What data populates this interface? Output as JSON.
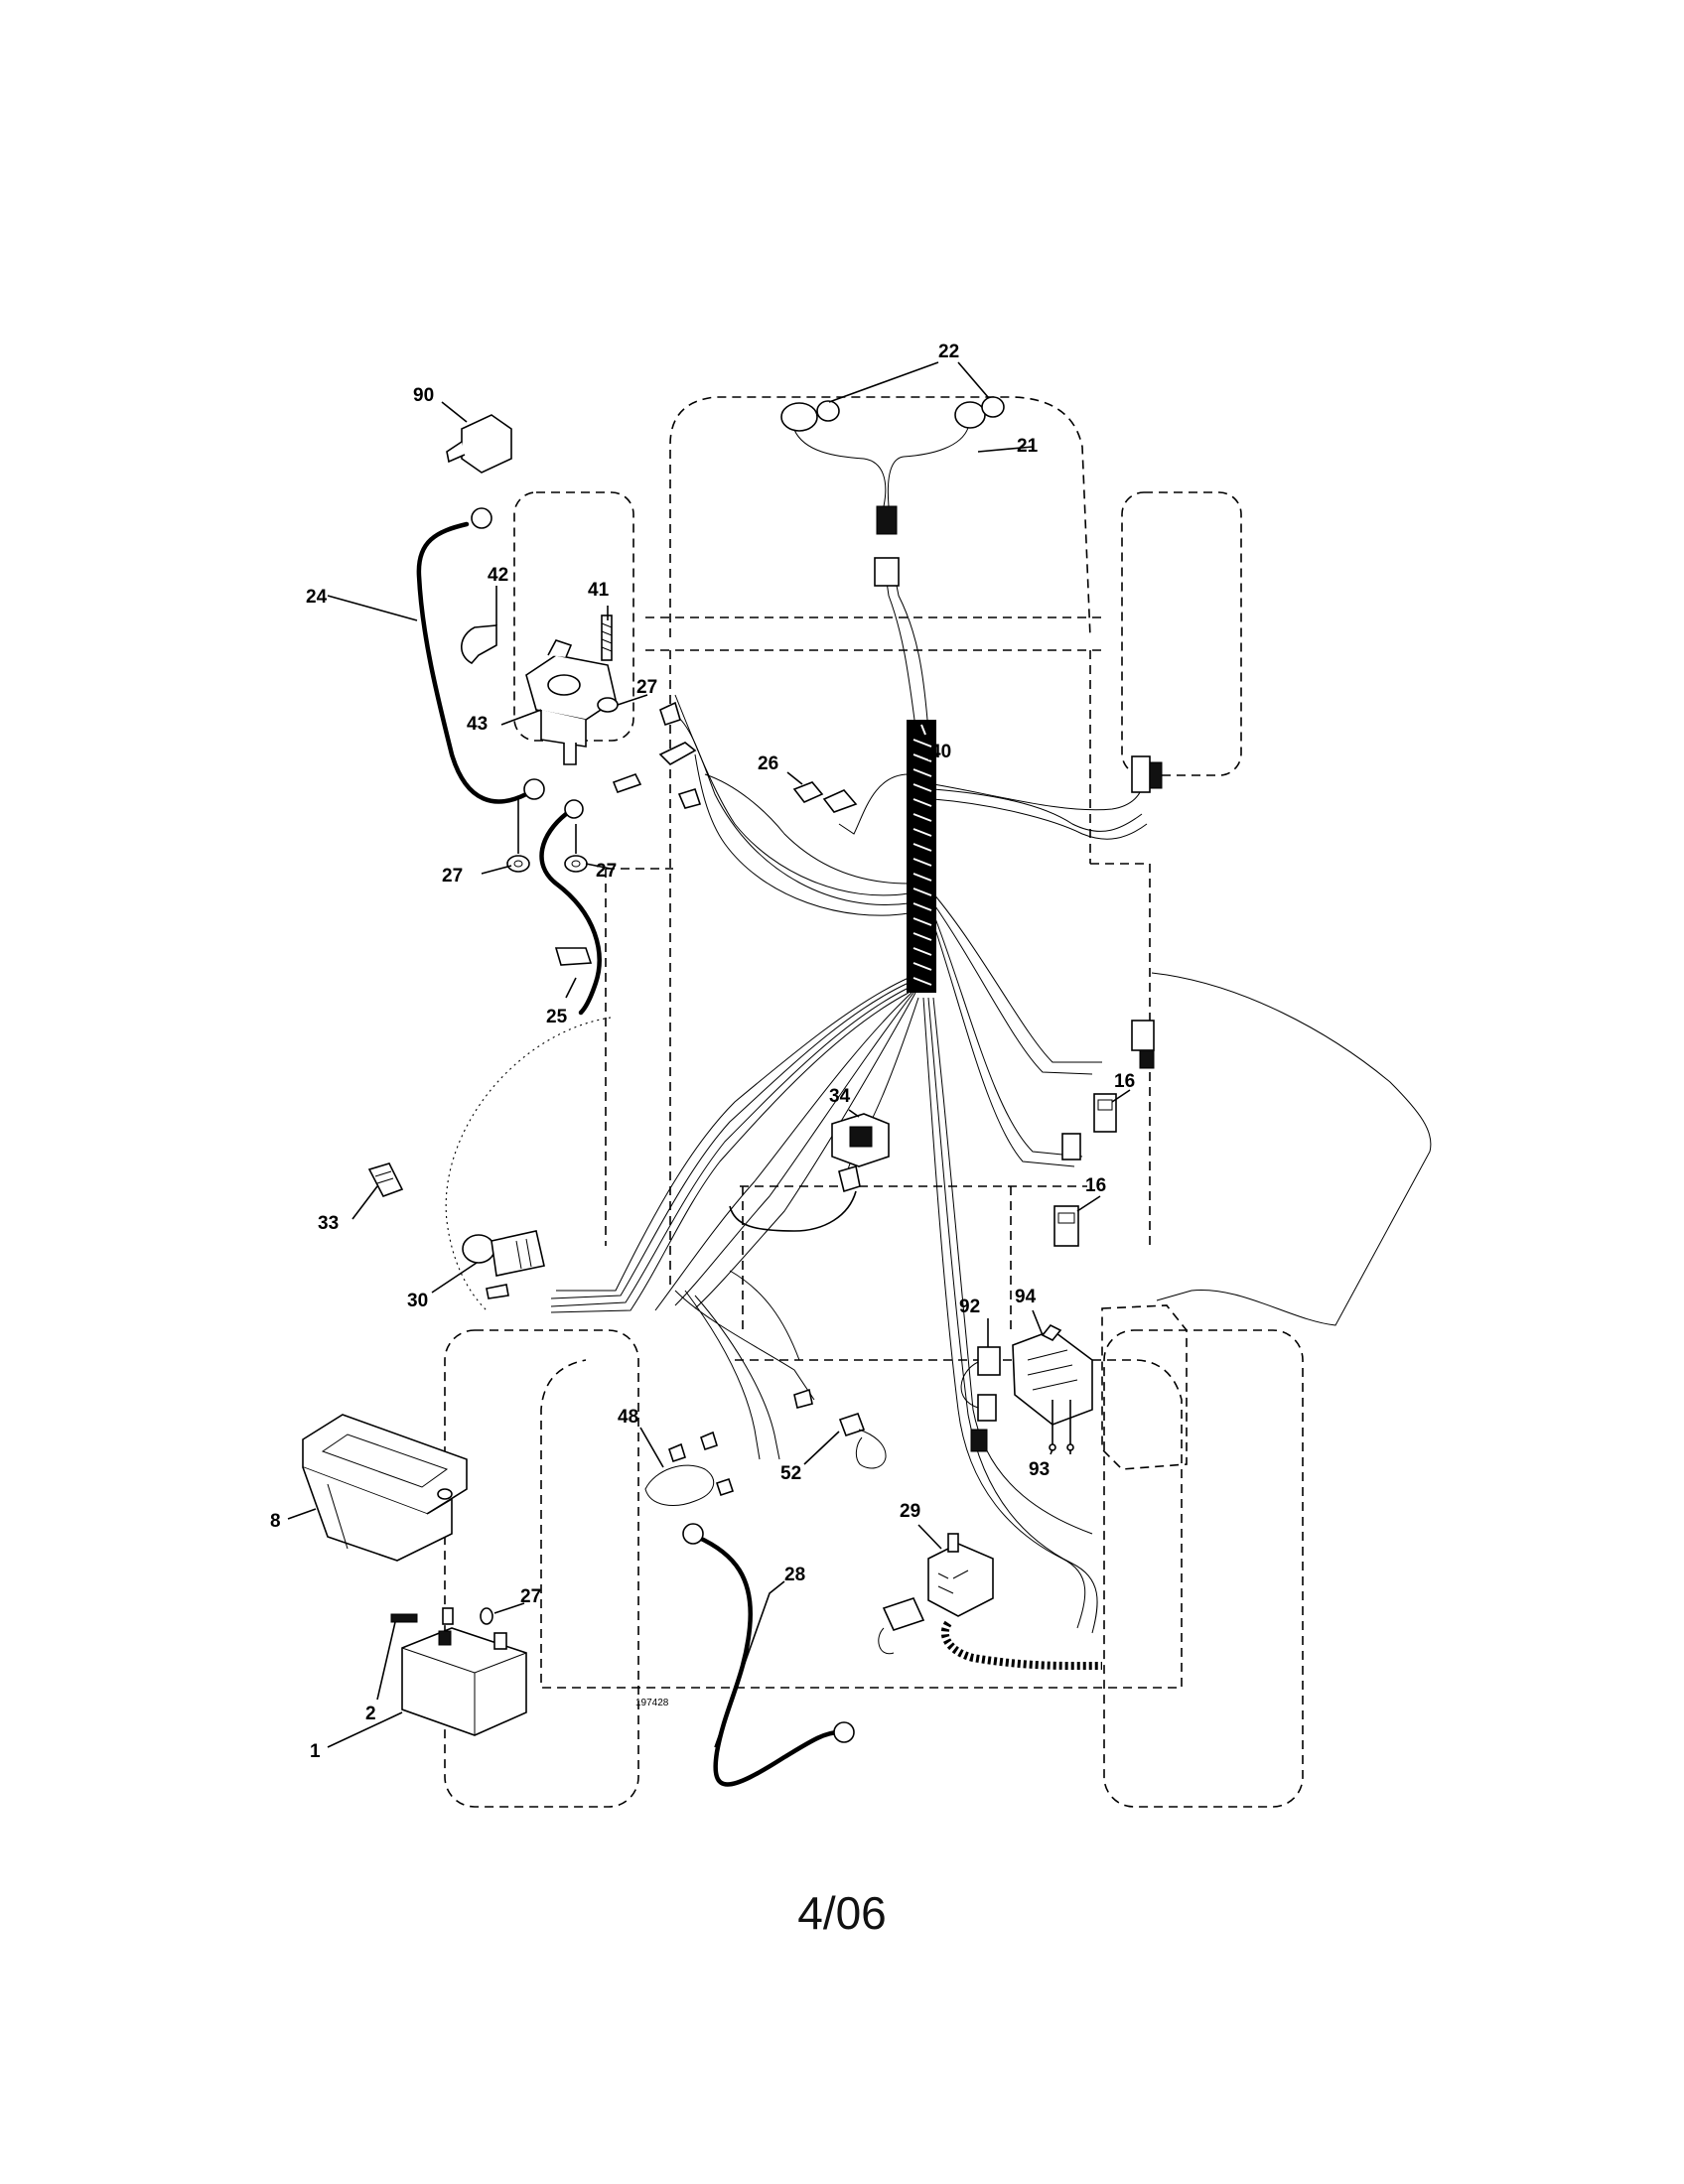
{
  "diagram": {
    "drawing_number": "197428",
    "callouts": [
      {
        "id": "c1",
        "label": "1"
      },
      {
        "id": "c2",
        "label": "2"
      },
      {
        "id": "c8",
        "label": "8"
      },
      {
        "id": "c16a",
        "label": "16"
      },
      {
        "id": "c16b",
        "label": "16"
      },
      {
        "id": "c21",
        "label": "21"
      },
      {
        "id": "c22",
        "label": "22"
      },
      {
        "id": "c24",
        "label": "24"
      },
      {
        "id": "c25",
        "label": "25"
      },
      {
        "id": "c26",
        "label": "26"
      },
      {
        "id": "c27a",
        "label": "27"
      },
      {
        "id": "c27b",
        "label": "27"
      },
      {
        "id": "c27c",
        "label": "27"
      },
      {
        "id": "c27d",
        "label": "27"
      },
      {
        "id": "c28",
        "label": "28"
      },
      {
        "id": "c29",
        "label": "29"
      },
      {
        "id": "c30",
        "label": "30"
      },
      {
        "id": "c33",
        "label": "33"
      },
      {
        "id": "c34",
        "label": "34"
      },
      {
        "id": "c40",
        "label": "40"
      },
      {
        "id": "c41",
        "label": "41"
      },
      {
        "id": "c42",
        "label": "42"
      },
      {
        "id": "c43",
        "label": "43"
      },
      {
        "id": "c48",
        "label": "48"
      },
      {
        "id": "c52",
        "label": "52"
      },
      {
        "id": "c90",
        "label": "90"
      },
      {
        "id": "c92",
        "label": "92"
      },
      {
        "id": "c93",
        "label": "93"
      },
      {
        "id": "c94",
        "label": "94"
      }
    ]
  },
  "footer": {
    "page_date": "4/06"
  }
}
